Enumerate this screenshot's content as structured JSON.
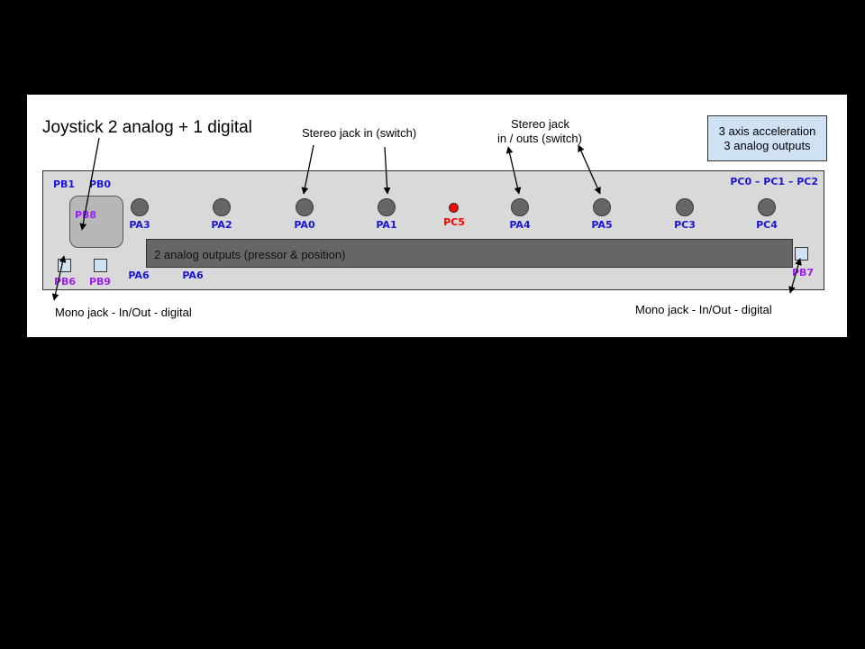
{
  "canvas_bg": "#ffffff",
  "panel_bg": "#d9d9d9",
  "colors": {
    "blue": "#1a16d8",
    "purple": "#9b1ef2",
    "red": "#ff0000"
  },
  "annotations": {
    "joystick": "Joystick 2 analog + 1 digital",
    "stereo_in": "Stereo jack in (switch)",
    "stereo_inout_line1": "Stereo jack",
    "stereo_inout_line2": "in / outs (switch)",
    "accel_line1": "3 axis acceleration",
    "accel_line2": "3 analog outputs",
    "mono_left": "Mono jack - In/Out  -  digital",
    "mono_right": "Mono jack - In/Out  -  digital"
  },
  "panel": {
    "pb1": "PB1",
    "pb0": "PB0",
    "pb8": "PB8",
    "pc_group": "PC0 – PC1 – PC2",
    "knobs": [
      "PA3",
      "PA2",
      "PA0",
      "PA1",
      "PA4",
      "PA5",
      "PC3",
      "PC4"
    ],
    "led": "PC5",
    "bar": "2 analog outputs (pressor & position)",
    "pa6_a": "PA6",
    "pa6_b": "PA6",
    "pb6": "PB6",
    "pb9": "PB9",
    "pb7": "PB7"
  }
}
